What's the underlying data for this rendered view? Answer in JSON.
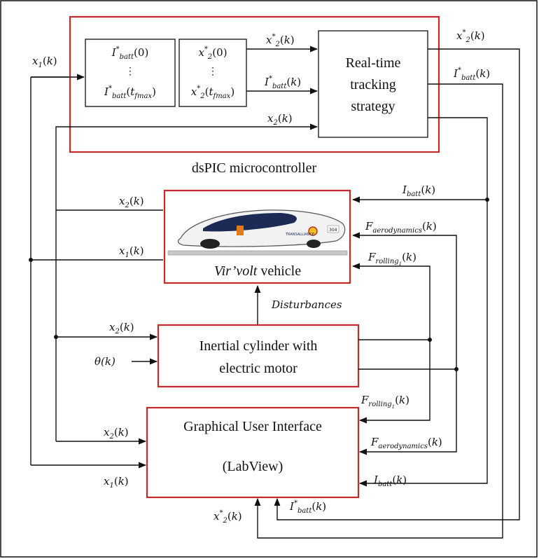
{
  "blocks": {
    "controller_label": "dsPIC microcontroller",
    "ibatt_table": {
      "top": "I*batt(0)",
      "dots": "⋮",
      "bottom": "I*batt(tfmax)"
    },
    "x2_table": {
      "top": "x*2(0)",
      "dots": "⋮",
      "bottom": "x*2(tfmax)"
    },
    "tracking": {
      "line1": "Real-time",
      "line2": "tracking",
      "line3": "strategy"
    },
    "vehicle": {
      "name_italic": "Vir’volt",
      "name_rest": " vehicle"
    },
    "disturbances": "Disturbances",
    "cylinder": {
      "line1": "Inertial cylinder with",
      "line2": "electric motor"
    },
    "gui": {
      "line1": "Graphical User Interface",
      "line2": "(LabView)"
    }
  },
  "signals": {
    "x1": "x1(k)",
    "x2": "x2(k)",
    "x2_star": "x*2(k)",
    "ibatt_star": "I*batt(k)",
    "ibatt": "Ibatt(k)",
    "f_aero": "Faerodynamics(k)",
    "f_rolling": "Frolling1(k)",
    "theta": "θ(k)"
  },
  "colors": {
    "block_border": "#c42a2a",
    "wire": "#111111"
  }
}
